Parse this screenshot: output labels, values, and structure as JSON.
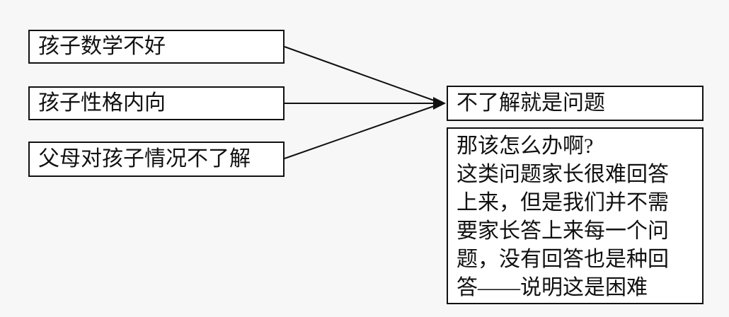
{
  "diagram": {
    "type": "flowchart",
    "background_color": "#f7f7f8",
    "box_fill_color": "#ffffff",
    "border_color": "#111111",
    "cause_boxes": [
      {
        "label": "孩子数学不好"
      },
      {
        "label": "孩子性格内向"
      },
      {
        "label": "父母对孩子情况不了解"
      }
    ],
    "result_box": {
      "label": "不了解就是问题"
    },
    "note_box": {
      "lines": [
        "那该怎么办啊?",
        "这类问题家长很难回答",
        "上来，但是我们并不需",
        "要家长答上来每一个问",
        "题，没有回答也是种回",
        "答——说明这是困难"
      ]
    },
    "arrows": [
      {
        "from": "孩子数学不好",
        "to": "不了解就是问题"
      },
      {
        "from": "孩子性格内向",
        "to": "不了解就是问题"
      },
      {
        "from": "父母对孩子情况不了解",
        "to": "不了解就是问题"
      }
    ]
  }
}
